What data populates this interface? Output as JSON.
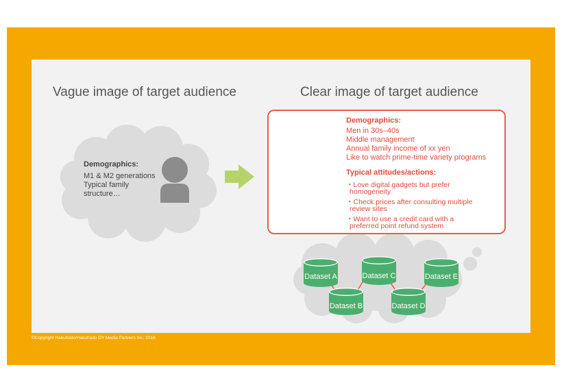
{
  "left": {
    "heading": "Vague image of target audience",
    "demo_label": "Demographics:",
    "demo_lines": [
      "M1 & M2 generations",
      "Typical family",
      "structure…"
    ]
  },
  "right": {
    "heading": "Clear image of target audience",
    "demo_label": "Demographics:",
    "demo_lines": [
      "Men in 30s–40s",
      "Middle management",
      "Annual family income of xx yen",
      "Like to watch prime-time variety programs"
    ],
    "attitudes_label": "Typical attitudes/actions:",
    "attitude_lines": [
      "・Love digital gadgets but prefer",
      "homogeneity",
      "・Check prices after consulting multiple",
      "review sites",
      "・Want to use a credit card with a",
      "preferred point refund system"
    ]
  },
  "datasets": {
    "a": "Dataset A",
    "b": "Dataset B",
    "c": "Dataset C",
    "d": "Dataset D",
    "e": "Dataset E"
  },
  "copyright": "©Copyright Hakuhodo/Hakuhodo DY Media Partners Inc. 2016",
  "colors": {
    "frame": "#f5a800",
    "accent_red": "#e75d4d",
    "dataset_green": "#4cae6e",
    "arrow_green": "#b6d36a",
    "cloud_grey": "#dcdcdc"
  }
}
